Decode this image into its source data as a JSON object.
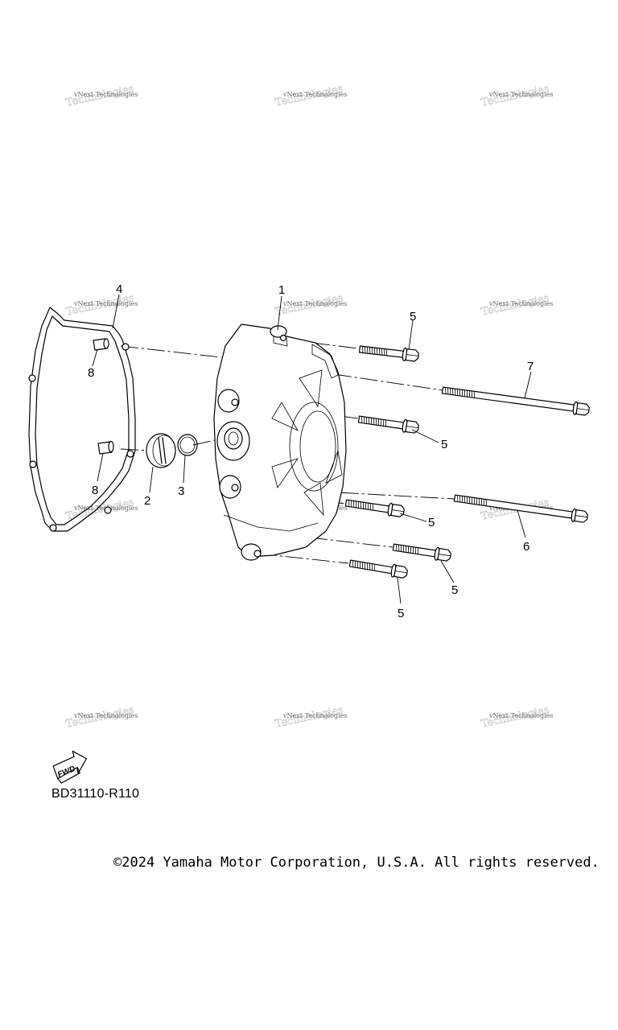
{
  "watermark": {
    "line1": "vNext Technologies",
    "line2": "Technologies"
  },
  "callouts": {
    "p1": "1",
    "p2": "2",
    "p3": "3",
    "p4": "4",
    "p5": "5",
    "p6": "6",
    "p7": "7",
    "p8": "8"
  },
  "fwd_label": "FWD",
  "diagram_code": "BD31110-R110",
  "copyright": "©2024 Yamaha Motor Corporation, U.S.A. All rights reserved."
}
